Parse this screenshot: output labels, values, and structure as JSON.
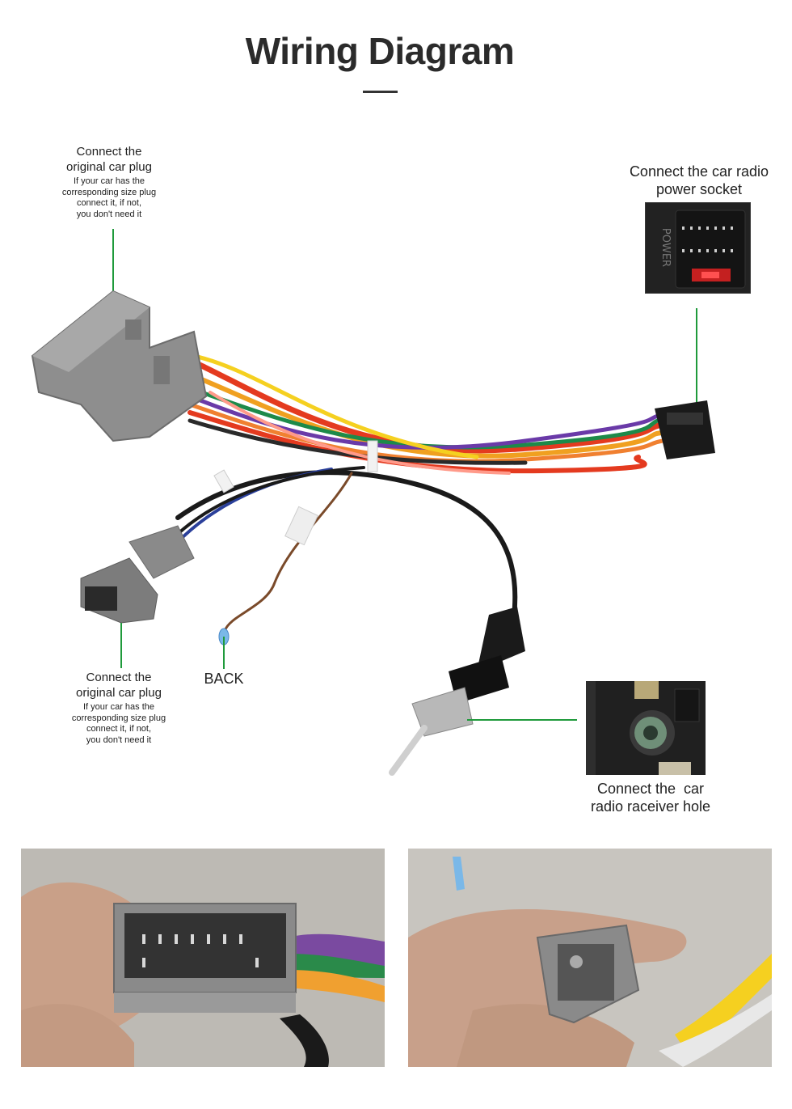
{
  "page": {
    "title": "Wiring Diagram"
  },
  "labels": {
    "top_left": {
      "main": [
        "Connect the",
        "original car plug"
      ],
      "sub": [
        "If your car has the",
        "corresponding size plug",
        "connect it, if not,",
        "you don't need it"
      ]
    },
    "top_right": {
      "main": [
        "Connect the car radio",
        "power socket"
      ]
    },
    "bottom_left": {
      "main": [
        "Connect the",
        "original car plug"
      ],
      "sub": [
        "If your car has the",
        "corresponding size plug",
        "connect it, if not,",
        "you don't need it"
      ]
    },
    "back": "BACK",
    "antenna": {
      "main": [
        "Connect the  car",
        "radio raceiver hole"
      ]
    }
  },
  "photo_texts": {
    "power_socket_marking": "POWER"
  },
  "colors": {
    "callout_line": "#1f9a3b",
    "connector_gray": "#8e8e8e",
    "background": "#ffffff"
  },
  "icons": [
    "iso-harness-connector",
    "power-socket",
    "antenna-plug",
    "antenna-receiver-hole",
    "back-wire-tip"
  ]
}
